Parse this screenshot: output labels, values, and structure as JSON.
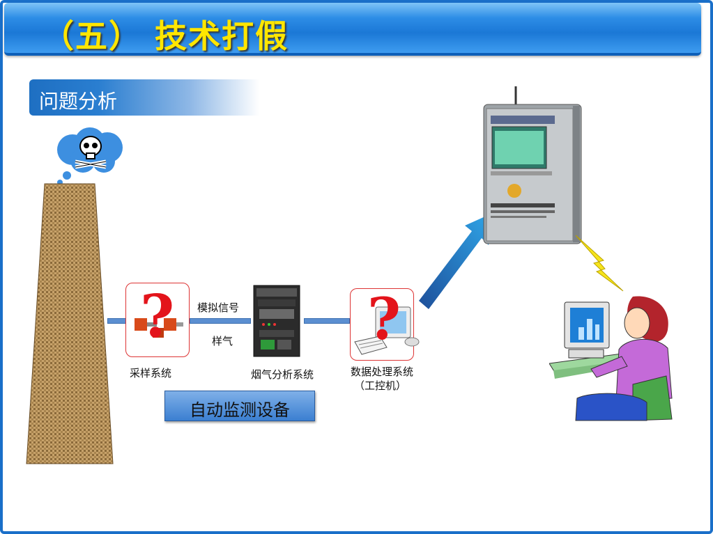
{
  "header": {
    "title": "（五）  技术打假"
  },
  "section": {
    "label": "问题分析"
  },
  "labels": {
    "analog_signal": "模拟信号",
    "sample_gas": "样气",
    "sampling_system": "采样系统",
    "flue_gas_system": "烟气分析系统",
    "data_processing": "数据处理系统",
    "ipc": "（工控机）"
  },
  "button": {
    "auto_monitor": "自动监测设备"
  },
  "icons": [
    "skull-icon",
    "question-mark-icon",
    "lightning-icon",
    "computer-user-icon"
  ],
  "colors": {
    "title_bar": "#1b78d6",
    "title_text": "#ffe600",
    "accent_red": "#e3141b",
    "pipe": "#5b8fd1"
  }
}
